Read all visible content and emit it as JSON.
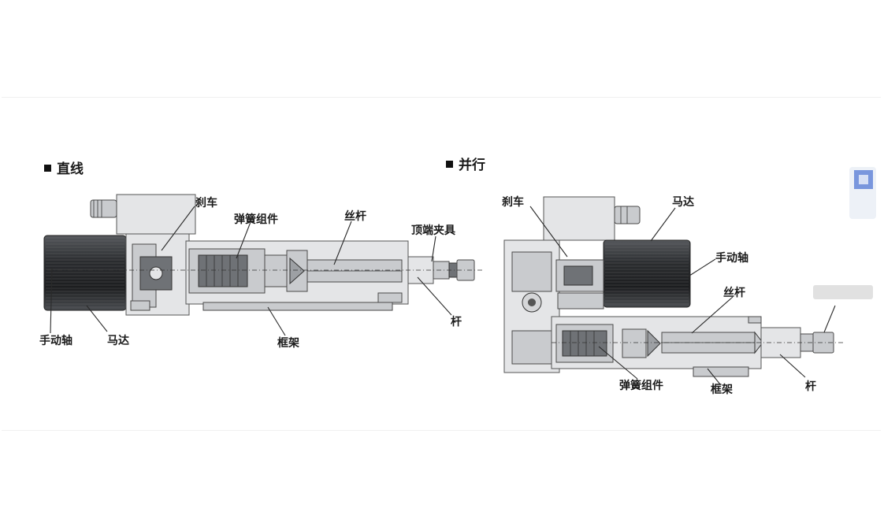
{
  "sections": {
    "inline": {
      "title": "直线"
    },
    "parallel": {
      "title": "并行"
    }
  },
  "labels": {
    "inline": {
      "brake": "刹车",
      "spring_assembly": "弹簧组件",
      "lead_screw": "丝杆",
      "end_clamp": "顶端夹具",
      "rod": "杆",
      "frame": "框架",
      "motor": "马达",
      "hand_shaft": "手动轴"
    },
    "parallel": {
      "brake": "刹车",
      "motor": "马达",
      "hand_shaft": "手动轴",
      "lead_screw": "丝杆",
      "spring_assembly": "弹簧组件",
      "frame": "框架",
      "rod": "杆"
    }
  },
  "colors": {
    "motor_body": "#2b2d30",
    "metal": "#c9cbce",
    "outline": "#333333"
  }
}
